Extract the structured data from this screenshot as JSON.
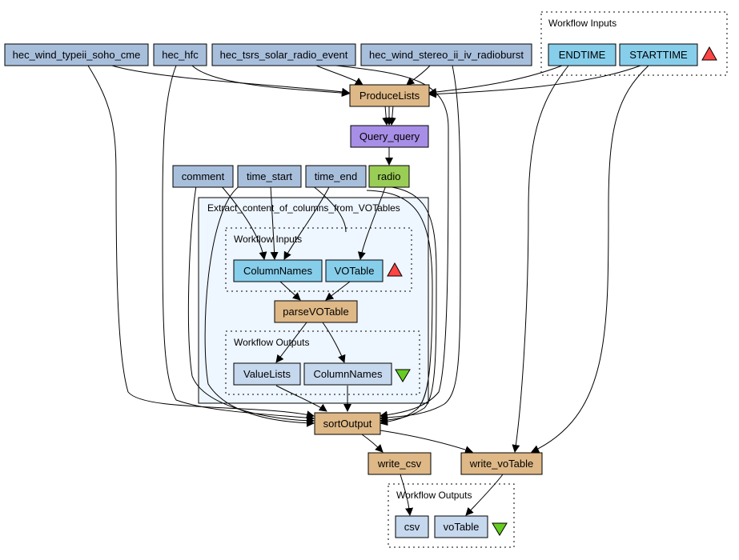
{
  "diagram": {
    "type": "workflow",
    "colors": {
      "input_port": "#87ceeb",
      "source": "#a8bfdc",
      "processor": "#deb887",
      "query": "#a78ee6",
      "output_port": "#c6d8ee",
      "radio": "#9acd55",
      "nested_bg": "#eef6ff",
      "input_marker": "#ff4444",
      "output_marker": "#66cc22"
    },
    "clusters": {
      "top_inputs": "Workflow Inputs",
      "nested": "Extract_content_of_columns_from_VOTables",
      "nested_inputs": "Workflow Inputs",
      "nested_outputs": "Workflow Outputs",
      "bottom_outputs": "Workflow Outputs"
    },
    "nodes": {
      "hec_wind_typeii_soho_cme": "hec_wind_typeii_soho_cme",
      "hec_hfc": "hec_hfc",
      "hec_tsrs_solar_radio_event": "hec_tsrs_solar_radio_event",
      "hec_wind_stereo_ii_iv_radioburst": "hec_wind_stereo_ii_iv_radioburst",
      "endtime": "ENDTIME",
      "starttime": "STARTTIME",
      "producelists": "ProduceLists",
      "query_query": "Query_query",
      "comment": "comment",
      "time_start": "time_start",
      "time_end": "time_end",
      "radio": "radio",
      "columnnames_in": "ColumnNames",
      "votable_in": "VOTable",
      "parsevotable": "parseVOTable",
      "valuelists": "ValueLists",
      "columnnames_out": "ColumnNames",
      "sortoutput": "sortOutput",
      "write_csv": "write_csv",
      "write_votable": "write_voTable",
      "csv": "csv",
      "votable_out": "voTable"
    }
  }
}
